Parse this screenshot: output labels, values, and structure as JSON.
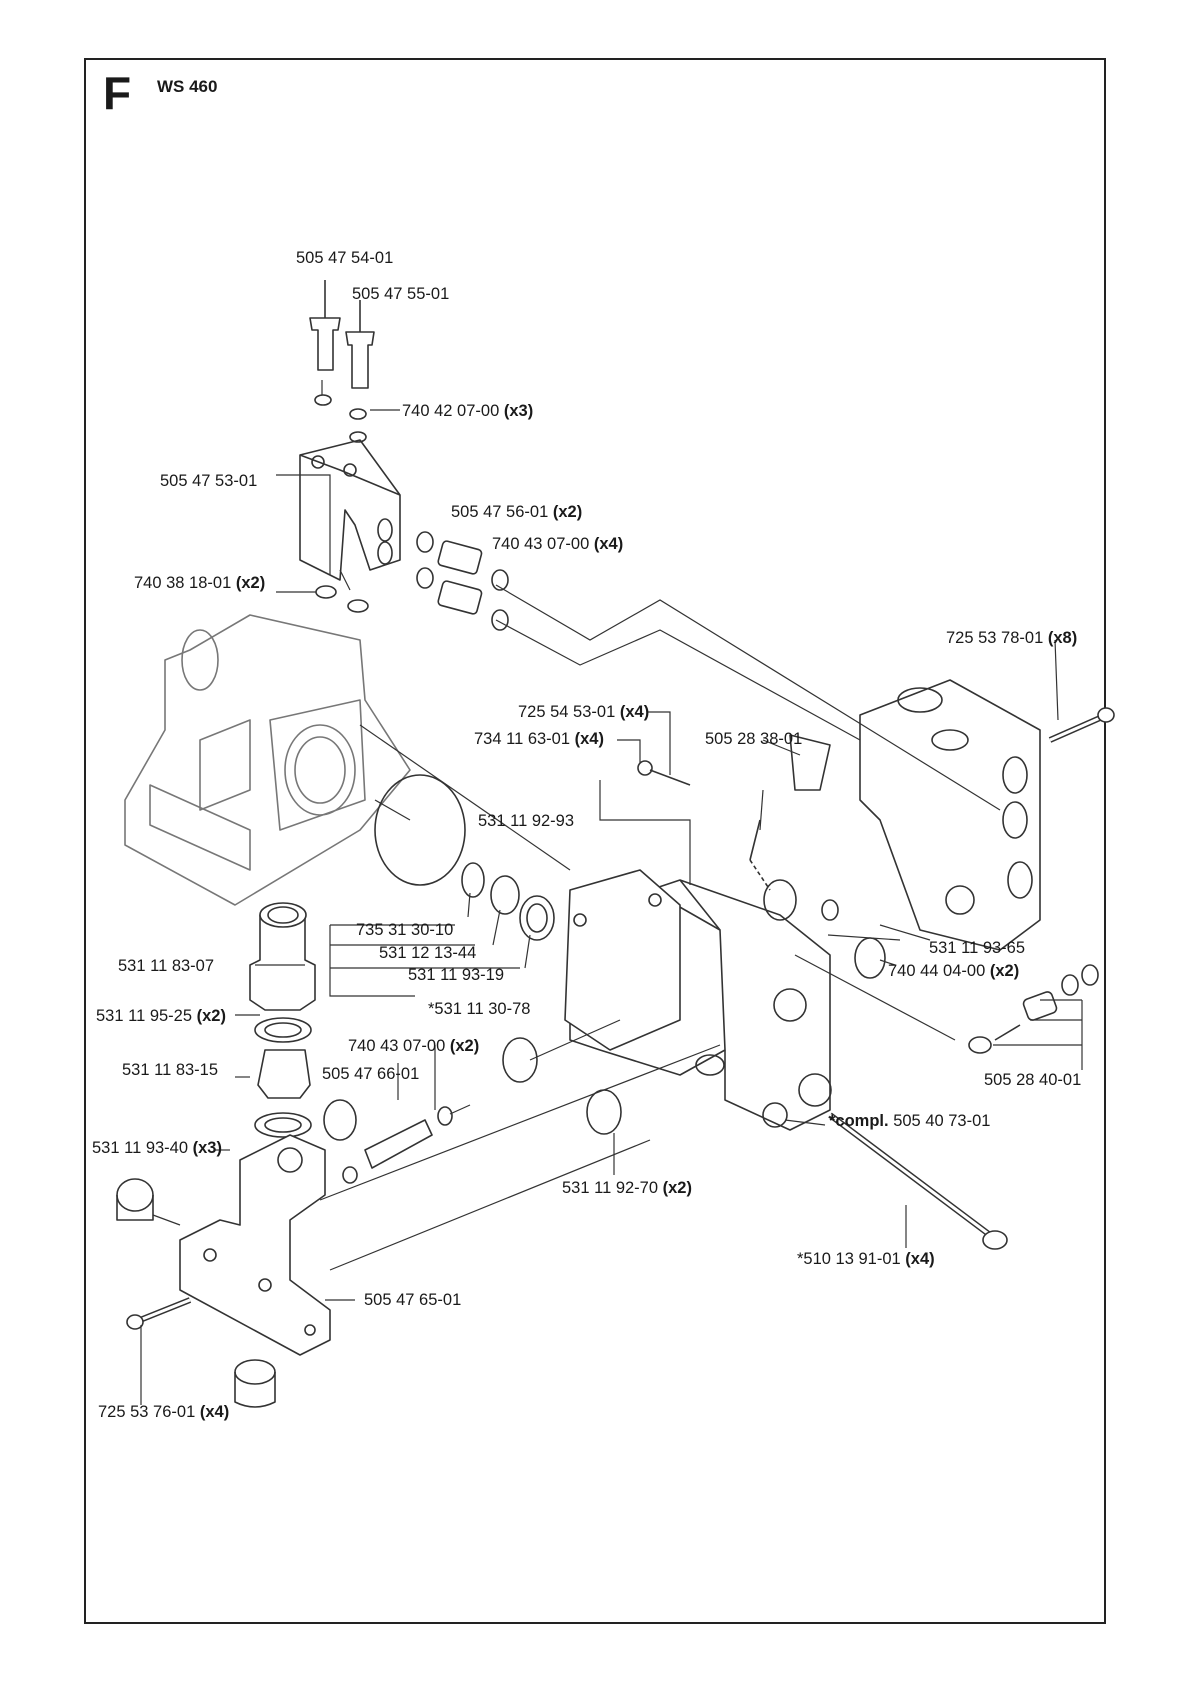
{
  "header": {
    "section": "F",
    "model": "WS 460"
  },
  "labels": [
    {
      "id": "l1",
      "num": "505 47 54-01",
      "qty": ""
    },
    {
      "id": "l2",
      "num": "505 47 55-01",
      "qty": ""
    },
    {
      "id": "l3",
      "num": "740 42 07-00",
      "qty": "(x3)"
    },
    {
      "id": "l4",
      "num": "505 47 53-01",
      "qty": ""
    },
    {
      "id": "l5",
      "num": "505 47 56-01",
      "qty": "(x2)"
    },
    {
      "id": "l6",
      "num": "740 43 07-00",
      "qty": "(x4)"
    },
    {
      "id": "l7",
      "num": "740 38 18-01",
      "qty": "(x2)"
    },
    {
      "id": "l8",
      "num": "725 53 78-01",
      "qty": "(x8)"
    },
    {
      "id": "l9",
      "num": "725 54 53-01",
      "qty": "(x4)"
    },
    {
      "id": "l10",
      "num": "734 11 63-01",
      "qty": "(x4)"
    },
    {
      "id": "l11",
      "num": "505 28 38-01",
      "qty": ""
    },
    {
      "id": "l12",
      "num": "531 11 92-93",
      "qty": ""
    },
    {
      "id": "l13",
      "num": "735 31 30-10",
      "qty": ""
    },
    {
      "id": "l14",
      "num": "531 12 13-44",
      "qty": ""
    },
    {
      "id": "l15",
      "num": "531 11 93-19",
      "qty": ""
    },
    {
      "id": "l16",
      "num": "*531 11 30-78",
      "qty": ""
    },
    {
      "id": "l17",
      "num": "531 11 83-07",
      "qty": ""
    },
    {
      "id": "l18",
      "num": "531 11 95-25",
      "qty": "(x2)"
    },
    {
      "id": "l19",
      "num": "531 11 83-15",
      "qty": ""
    },
    {
      "id": "l20",
      "num": "740 43 07-00",
      "qty": "(x2)"
    },
    {
      "id": "l21",
      "num": "505 47 66-01",
      "qty": ""
    },
    {
      "id": "l22",
      "num": "531 11 93-65",
      "qty": ""
    },
    {
      "id": "l23",
      "num": "740 44 04-00",
      "qty": "(x2)"
    },
    {
      "id": "l24",
      "num": "505 28 40-01",
      "qty": ""
    },
    {
      "id": "l25",
      "num": "*compl.",
      "qty": "505 40 73-01"
    },
    {
      "id": "l26",
      "num": "531 11 93-40",
      "qty": "(x3)"
    },
    {
      "id": "l27",
      "num": "531 11 92-70",
      "qty": "(x2)"
    },
    {
      "id": "l28",
      "num": "*510 13 91-01",
      "qty": "(x4)"
    },
    {
      "id": "l29",
      "num": "505 47 65-01",
      "qty": ""
    },
    {
      "id": "l30",
      "num": "725 53 76-01",
      "qty": "(x4)"
    }
  ],
  "colors": {
    "line": "#333333",
    "frame": "#222222",
    "watermark": "#ececec"
  }
}
